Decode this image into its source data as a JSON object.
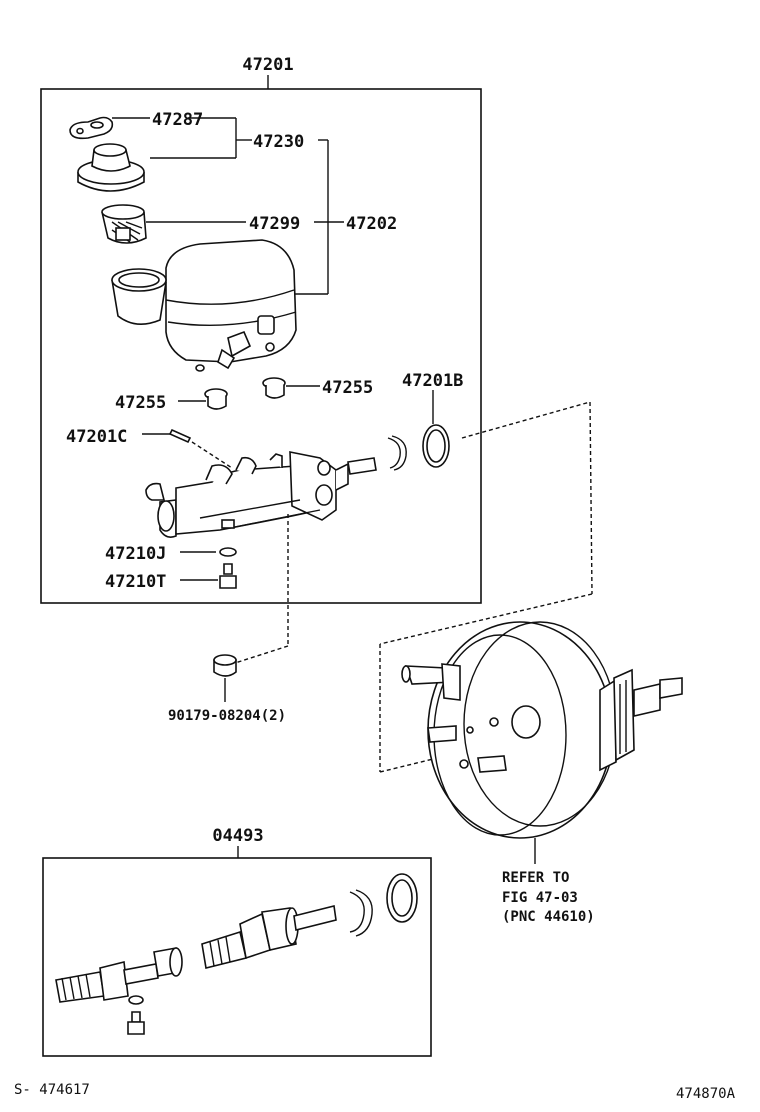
{
  "diagram": {
    "assembly_label": "47201",
    "kit_label": "04493",
    "parts": {
      "gasket": "47287",
      "cap": "47230",
      "strainer": "47299",
      "reservoir": "47202",
      "grommet_left": "47255",
      "grommet_right": "47255",
      "pin": "47201C",
      "oring": "47201B",
      "gasket_small": "47210J",
      "bleeder": "47210T",
      "nut": "90179-08204(2)"
    },
    "booster_note": {
      "line1": "REFER TO",
      "line2": "FIG 47-03",
      "line3": "(PNC 44610)"
    },
    "footer": {
      "left": "S- 474617",
      "right": "474870A"
    }
  }
}
